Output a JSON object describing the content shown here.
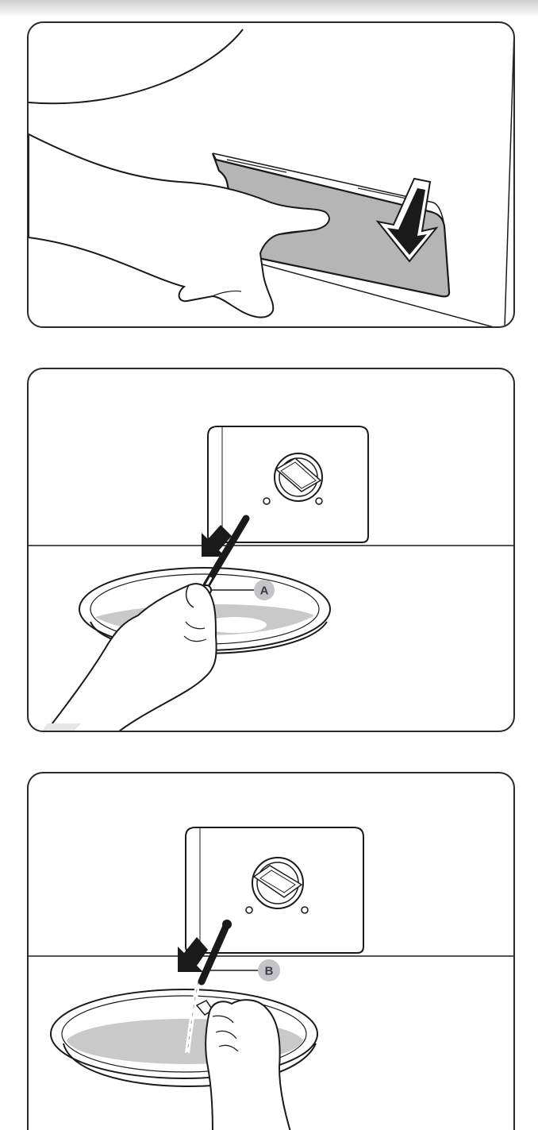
{
  "illustration": {
    "panels": [
      {
        "id": "open-cover",
        "arrow_icon": "arrow-down-icon"
      },
      {
        "id": "drain-hose",
        "callout": "A",
        "arrow_icon": "arrow-down-left-icon"
      },
      {
        "id": "drain-water",
        "callout": "B",
        "arrow_icon": "arrow-down-left-icon"
      }
    ],
    "colors": {
      "line": "#1a1a1a",
      "fill_gray": "#b5b5b5",
      "water_gray": "#c9c9c9",
      "callout_bg": "#c4c4c8"
    }
  }
}
